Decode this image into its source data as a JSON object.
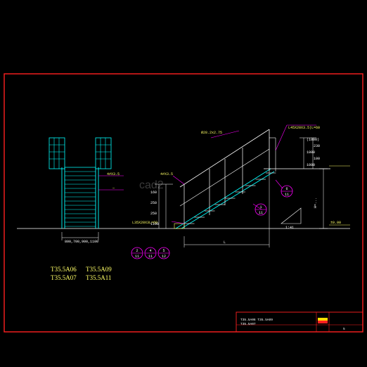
{
  "watermark": "cad2",
  "labels": {
    "top_flat_bar": "L45X20X3.5|L=60",
    "pipe_handrail": "Ø28.2x2.75",
    "angle_left": "4#X3.5",
    "angle_mid": "4#X3.5",
    "bottom_plate": "L35X20X3L=60",
    "span_L": "L",
    "height_H": "H=...",
    "ground_mark": "±0.00",
    "slope_label": "1:41",
    "left_width_dims": "800,700,900,1100"
  },
  "dims_right": [
    "1000",
    "100",
    "1000",
    "230",
    "(1000)"
  ],
  "dims_left": [
    "1100",
    "250",
    "250",
    "160"
  ],
  "balloons_bottom": [
    {
      "top": "2",
      "bottom": "11"
    },
    {
      "top": "4",
      "bottom": "11"
    },
    {
      "top": "5",
      "bottom": "12"
    }
  ],
  "balloons_side": [
    {
      "top": "1",
      "bottom": "11"
    },
    {
      "top": "6",
      "bottom": "11"
    }
  ],
  "drawing_codes": [
    "T35.5A06",
    "T35.5A09",
    "T35.5A07",
    "T35.5A11"
  ],
  "title_block": {
    "codes_line1": "T35.5A06  T35.5A09",
    "codes_line2": "T35.5A07",
    "sheet_no": "5"
  }
}
